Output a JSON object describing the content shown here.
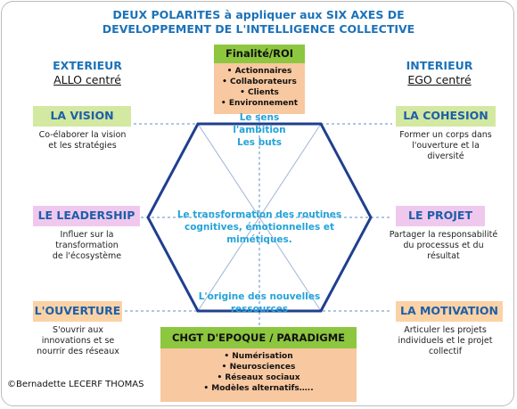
{
  "title": {
    "line1": "DEUX POLARITES à appliquer aux SIX AXES DE",
    "line2": "DEVELOPPEMENT DE L'INTELLIGENCE COLLECTIVE"
  },
  "left_header": {
    "label": "EXTERIEUR",
    "sub": "ALLO centré"
  },
  "right_header": {
    "label": "INTERIEUR",
    "sub": "EGO centré"
  },
  "top_box": {
    "title": "Finalité/ROI",
    "items": [
      "Actionnaires",
      "Collaborateurs",
      "Clients",
      "Environnement"
    ]
  },
  "bottom_box": {
    "title": "CHGT D'EPOQUE / PARADIGME",
    "items": [
      "Numérisation",
      "Neurosciences",
      "Réseaux sociaux",
      "Modèles alternatifs….."
    ]
  },
  "left_axes": [
    {
      "label": "LA VISION",
      "desc": [
        "Co-élaborer la vision",
        "et les stratégies"
      ]
    },
    {
      "label": "LE LEADERSHIP",
      "desc": [
        "Influer sur la",
        "transformation",
        "de l'écosystème"
      ]
    },
    {
      "label": "L'OUVERTURE",
      "desc": [
        "S'ouvrir aux",
        "innovations et se",
        "nourrir des réseaux"
      ]
    }
  ],
  "right_axes": [
    {
      "label": "LA COHESION",
      "desc": [
        "Former un corps dans",
        "l'ouverture et la",
        "diversité"
      ]
    },
    {
      "label": "LE PROJET",
      "desc": [
        "Partager la responsabilité",
        "du processus et du",
        "résultat"
      ]
    },
    {
      "label": "LA MOTIVATION",
      "desc": [
        "Articuler les projets",
        "individuels et le projet",
        "collectif"
      ]
    }
  ],
  "hexagon_text": {
    "top": [
      "Le sens",
      "l'ambition",
      "Les buts"
    ],
    "middle": [
      "Le transformation des routines",
      "cognitives, émotionnelles et",
      "mimétiques."
    ],
    "bottom": [
      "L'origine des nouvelles",
      "ressources"
    ]
  },
  "copyright": "©Bernadette LECERF THOMAS",
  "colors": {
    "title_blue": "#1d72b8",
    "hex_blue": "#1f3f8f",
    "center_text": "#23a3d8",
    "green_header": "#8dc63f",
    "peach_body": "#f8c8a0",
    "green_label": "#d3e8a0",
    "pink_label": "#f0c8ee",
    "peach_label": "#fbd2a6"
  }
}
